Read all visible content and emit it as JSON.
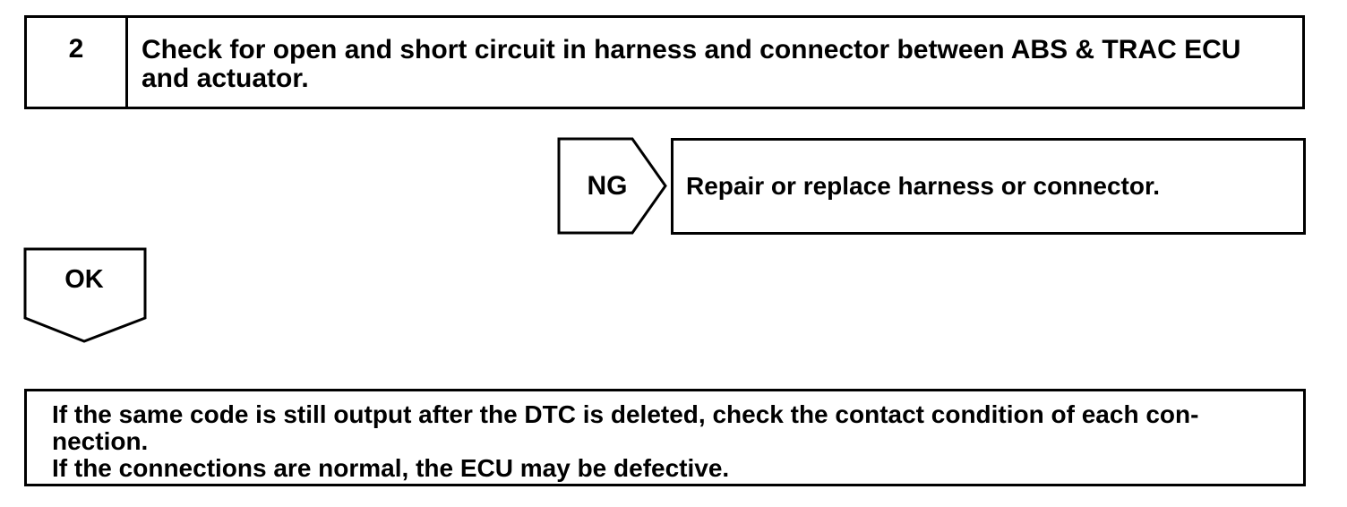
{
  "step": {
    "number": "2",
    "text": "Check for open and short circuit in harness and connector between ABS & TRAC ECU and actuator."
  },
  "ng_branch": {
    "label": "NG",
    "action": "Repair or replace harness or connector."
  },
  "ok_branch": {
    "label": "OK"
  },
  "note": {
    "line1": "If the same code is still output after the DTC is deleted, check the contact condition of each con-",
    "line2": "nection.",
    "line3": "If the connections are normal, the ECU may be defective."
  }
}
